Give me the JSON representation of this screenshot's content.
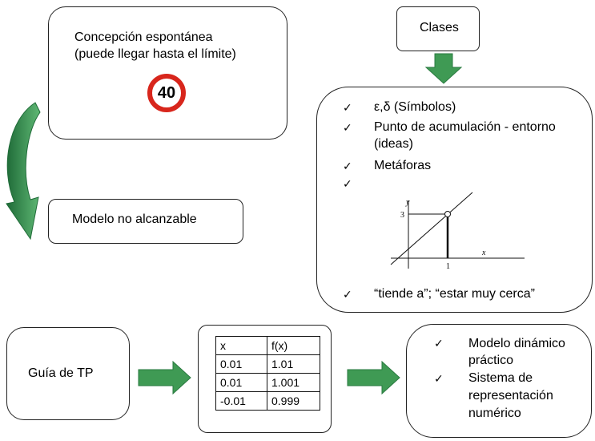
{
  "concept_box": {
    "line1": "Concepción espontánea",
    "line2": "(puede llegar hasta el límite)",
    "sign_value": "40"
  },
  "model_box": {
    "label": "Modelo no alcanzable"
  },
  "classes_box": {
    "label": "Clases"
  },
  "classes_list": {
    "item1": "ε,δ (Símbolos)",
    "item2_line1": "Punto de acumulación - entorno",
    "item2_line2": "(ideas)",
    "item3": "Metáforas",
    "item5": "“tiende a”; “estar muy cerca”",
    "check": "✓"
  },
  "mini_graph": {
    "y_axis_label": "y",
    "x_axis_label": "x",
    "y_tick": "3",
    "x_tick": "1"
  },
  "guide_box": {
    "label": "Guía de TP"
  },
  "table": {
    "header": [
      "x",
      "f(x)"
    ],
    "rows": [
      [
        "0.01",
        "1.01"
      ],
      [
        "0.01",
        "1.001"
      ],
      [
        "-0.01",
        "0.999"
      ]
    ]
  },
  "result_box": {
    "item1_line1": "Modelo dinámico",
    "item1_line2": "práctico",
    "item2_line1": "Sistema de",
    "item2_line2": "representación",
    "item2_line3": "numérico"
  },
  "colors": {
    "arrow_green": "#3f9a54",
    "arrow_dark": "#1f6b38",
    "sign_red": "#d8261c"
  }
}
